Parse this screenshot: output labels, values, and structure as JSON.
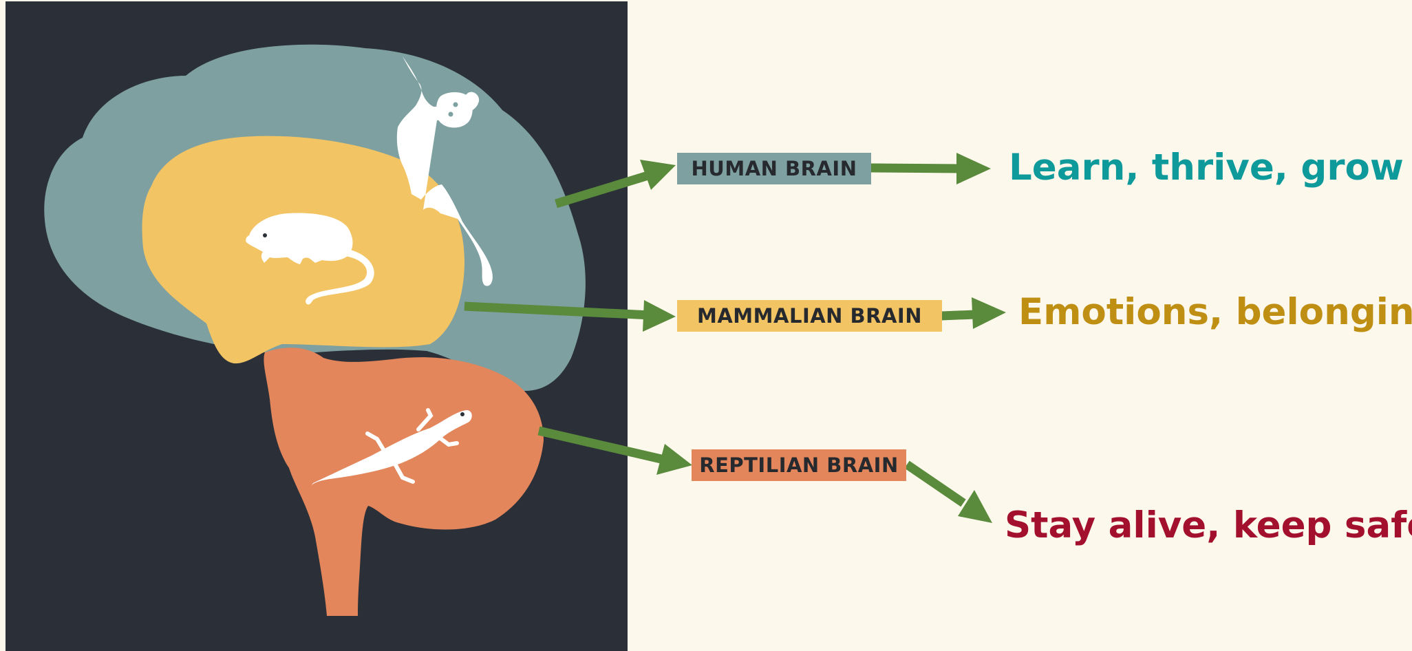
{
  "colors": {
    "background": "#fdf8ec",
    "panel": "#2b3038",
    "neocortex": "#7ea0a0",
    "limbic": "#f3c464",
    "brainstem": "#e3865b",
    "animal": "#ffffff",
    "arrow": "#5a8a3c",
    "outcome_human": "#0e9a9a",
    "outcome_mammal": "#bf8f14",
    "outcome_reptile": "#a3102e"
  },
  "icons": {
    "human": "monkey-icon",
    "mammal": "rat-icon",
    "reptile": "lizard-icon"
  },
  "layers": [
    {
      "id": "human",
      "label": "HUMAN BRAIN",
      "outcome": "Learn, thrive, grow"
    },
    {
      "id": "mammal",
      "label": "MAMMALIAN BRAIN",
      "outcome": "Emotions, belonging"
    },
    {
      "id": "reptile",
      "label": "REPTILIAN BRAIN",
      "outcome": "Stay alive, keep safe"
    }
  ]
}
